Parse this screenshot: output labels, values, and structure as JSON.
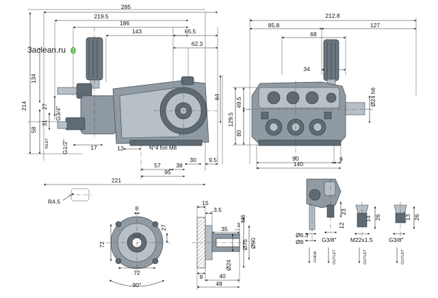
{
  "logo": {
    "text": "3aclean.ru",
    "icon": "leaf-icon",
    "accent": "#5db84a"
  },
  "side_view": {
    "top_dims": [
      "285",
      "219.5",
      "186",
      "143",
      "65.5",
      "62.3"
    ],
    "left_dims": [
      "214",
      "134",
      "58",
      "31",
      "27"
    ],
    "port_labels": [
      "G3/4\"",
      "G1/2\"",
      "INLET"
    ],
    "bottom_dims": [
      "17",
      "12",
      "30",
      "38",
      "9.5",
      "57",
      "95",
      "221"
    ],
    "right_dims": [
      "64"
    ],
    "note": "N°4 fori M8"
  },
  "front_view": {
    "top_dims": [
      "212.8",
      "85.8",
      "127",
      "68",
      "34"
    ],
    "left_dims": [
      "49.5",
      "129.5",
      "80"
    ],
    "right_dims": [
      "Ø24 h6"
    ],
    "bottom_dims": [
      "90",
      "9",
      "140"
    ]
  },
  "shaft_detail": {
    "radius": "R4.5"
  },
  "flange_view": {
    "dims": [
      "8",
      "27",
      "72",
      "72",
      "90°"
    ]
  },
  "section_view": {
    "dims": [
      "15",
      "3.5",
      "M6",
      "35",
      "3",
      "Ø75",
      "Ø90",
      "Ø24",
      "8",
      "40",
      "48"
    ]
  },
  "outlet_details": {
    "labels": [
      "Ø6.3",
      "Ø8",
      "G3/8\"",
      "M22x1.5",
      "G3/8\""
    ],
    "dims": [
      "23",
      "12",
      "26",
      "14",
      "26",
      "13"
    ],
    "arrows": [
      "CHEM",
      "OUTLET",
      "OUTLET",
      "OUTLET"
    ]
  },
  "colors": {
    "pump_body": "#8f9aa3",
    "pump_dark": "#5f6a72",
    "line": "#222222"
  }
}
